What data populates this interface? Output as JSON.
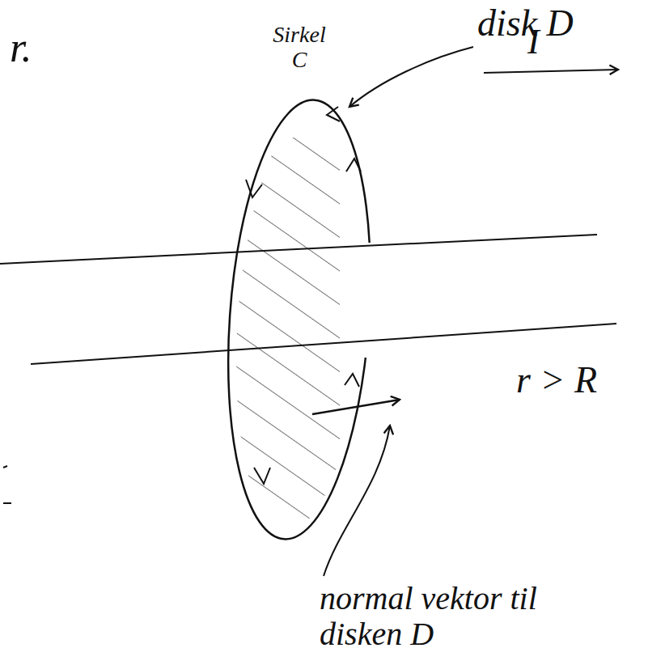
{
  "diagram": {
    "labels": [
      "r.",
      "Sirkel C",
      "disk D",
      "I",
      "r > R",
      "normal vektor til disken D"
    ]
  }
}
